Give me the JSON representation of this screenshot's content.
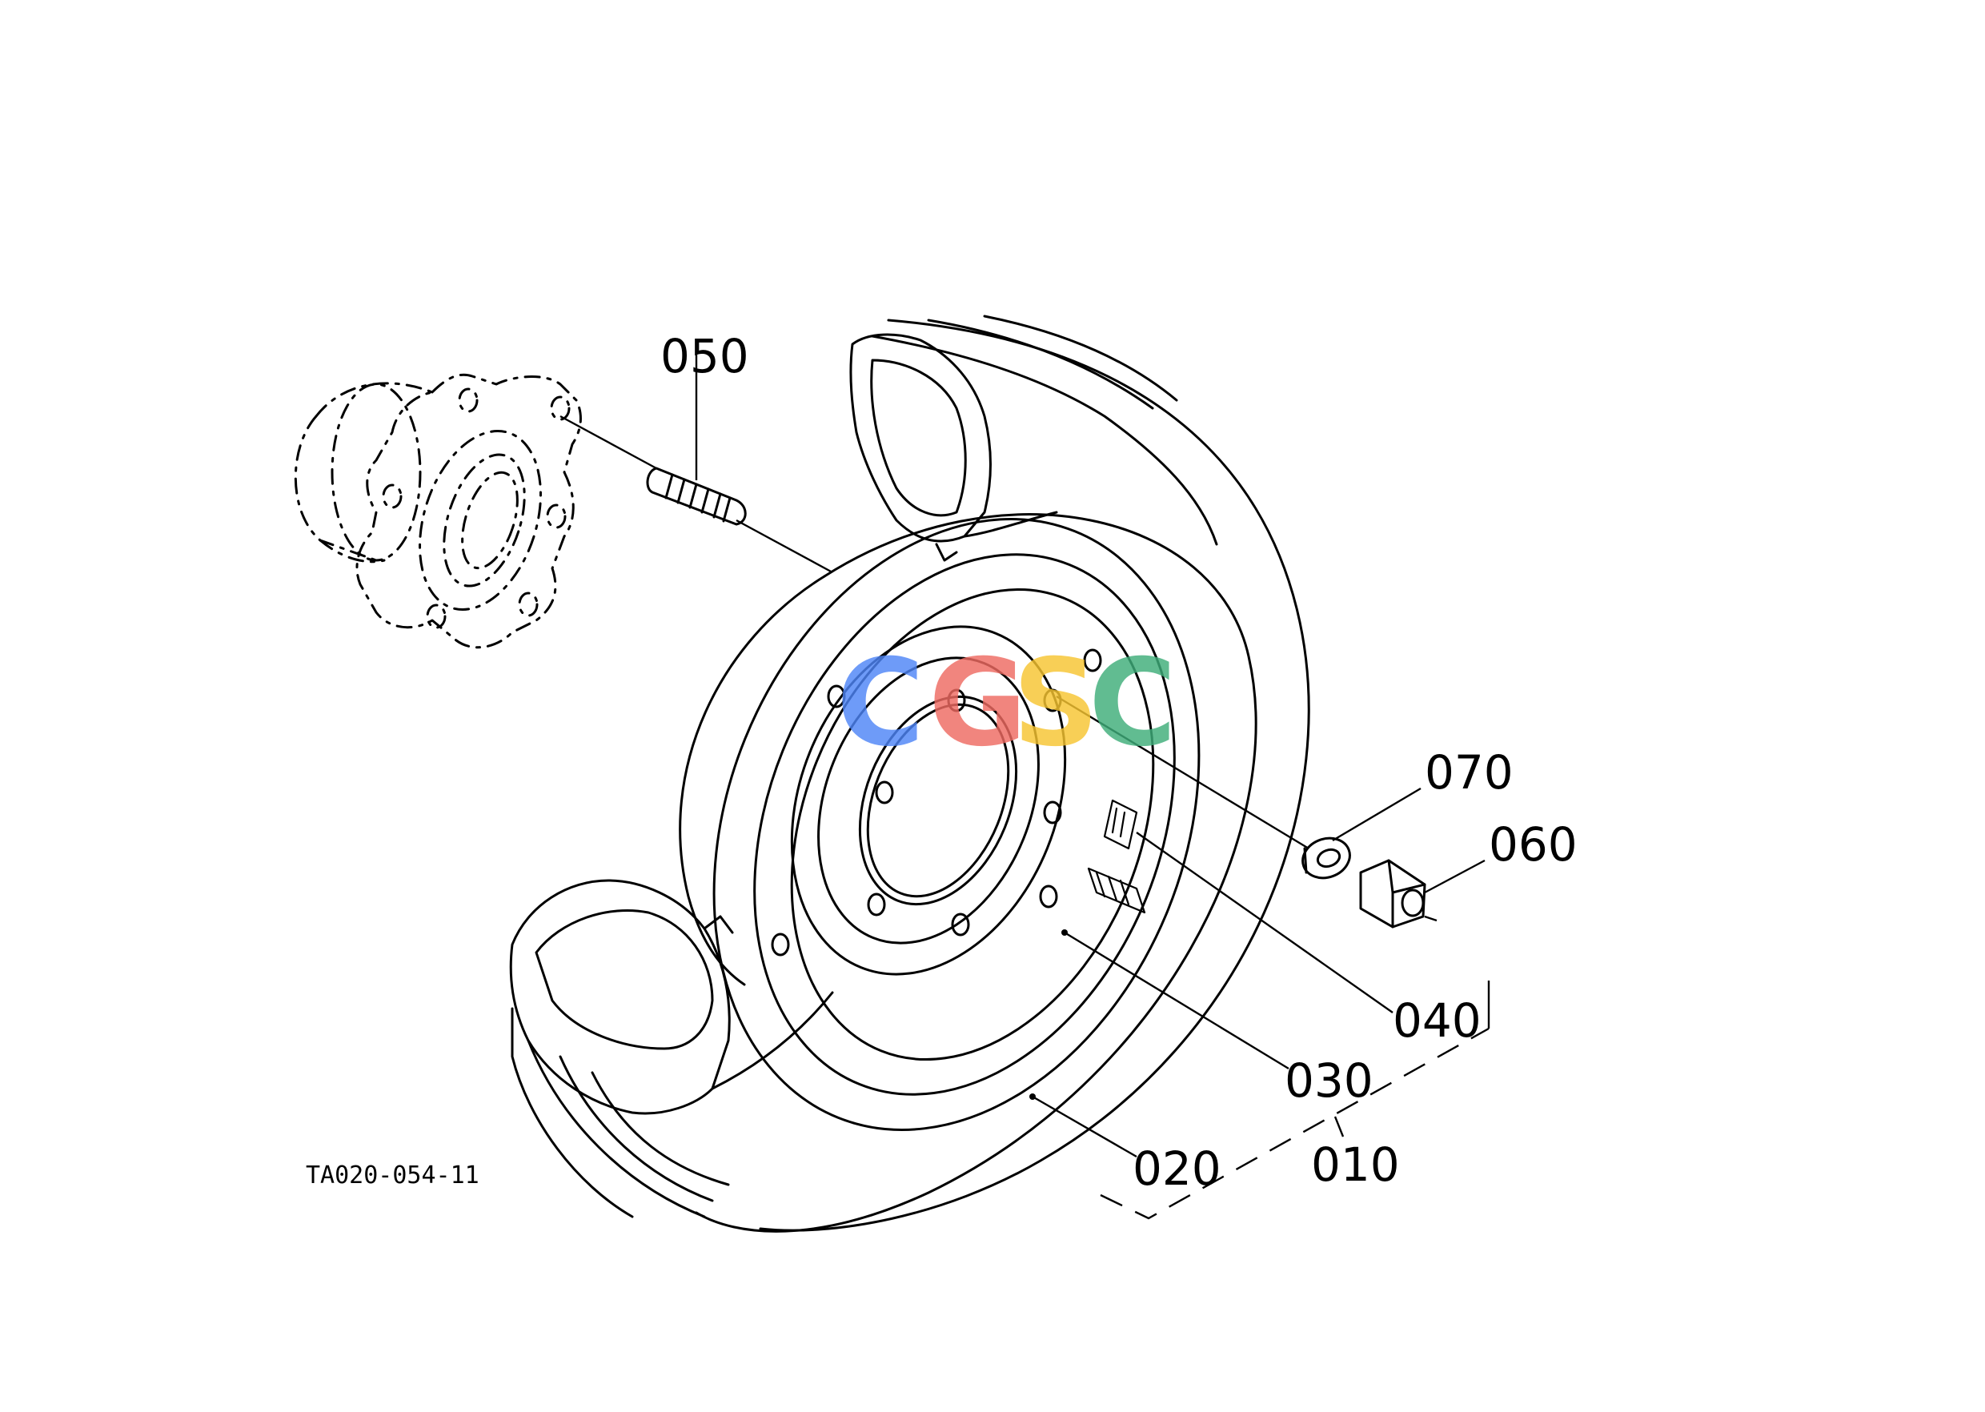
{
  "drawing_code": "TA020-054-11",
  "watermark": {
    "letters": [
      "C",
      "G",
      "S",
      "C"
    ],
    "colors": [
      "#4f86f7",
      "#ef6b62",
      "#f7c531",
      "#3fae7a"
    ]
  },
  "parts": {
    "p010": "010",
    "p020": "020",
    "p030": "030",
    "p040": "040",
    "p050": "050",
    "p060": "060",
    "p070": "070"
  }
}
